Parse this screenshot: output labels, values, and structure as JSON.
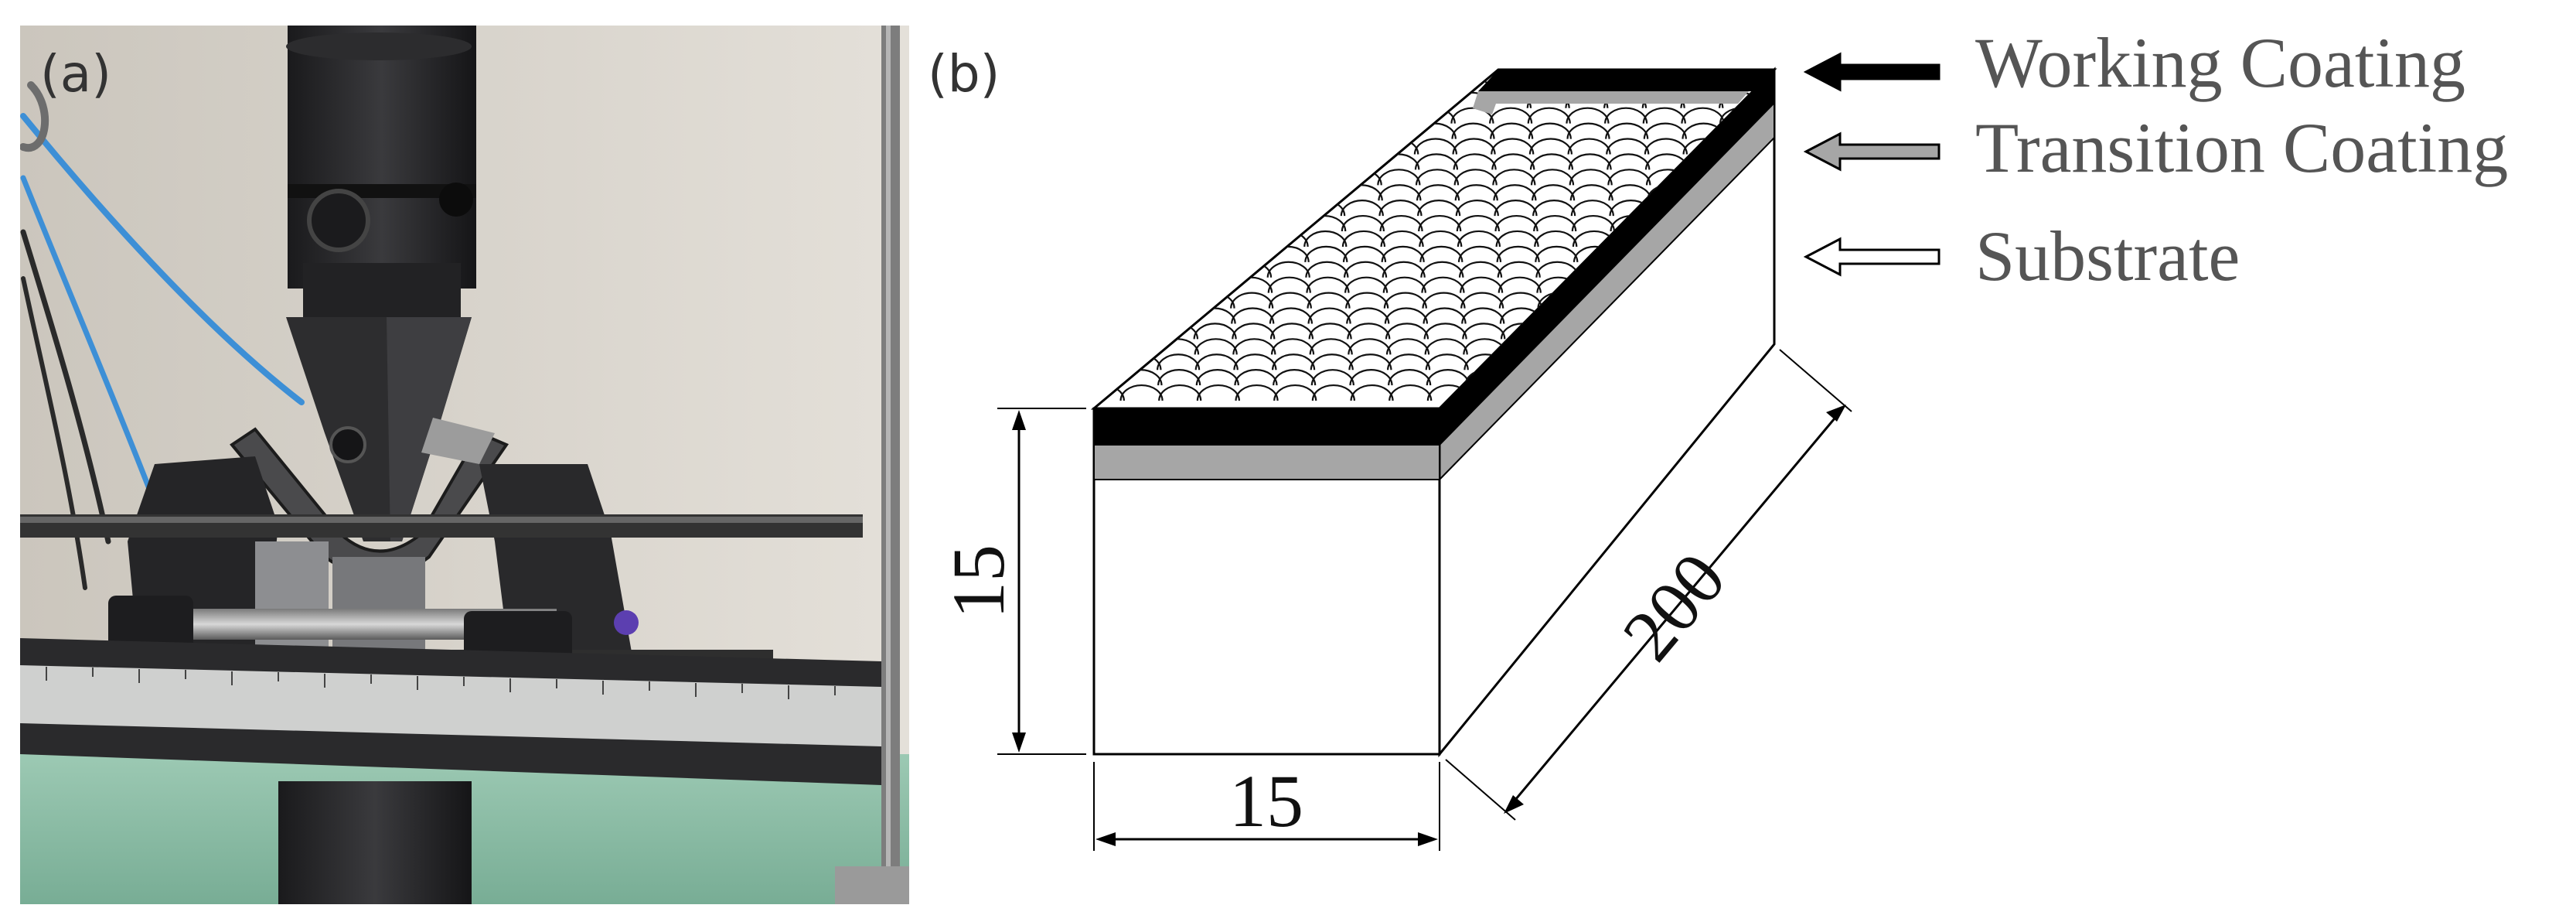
{
  "panels": {
    "a": {
      "label": "(a)"
    },
    "b": {
      "label": "(b)"
    }
  },
  "legend": [
    {
      "text": "Working Coating",
      "arrow_fill": "#000000"
    },
    {
      "text": "Transition Coating",
      "arrow_fill": "#a6a6a6"
    },
    {
      "text": "Substrate",
      "arrow_fill": "#ffffff"
    }
  ],
  "dimensions": {
    "height": "15",
    "width": "15",
    "length": "200"
  },
  "colors": {
    "working_coating": "#000000",
    "transition_coating": "#a6a6a6",
    "substrate": "#ffffff",
    "wall": "#d9d4cc",
    "floor": "#8fbfa9",
    "machine_metal": "#2b2b2d",
    "cable": "#3d8fd6"
  }
}
